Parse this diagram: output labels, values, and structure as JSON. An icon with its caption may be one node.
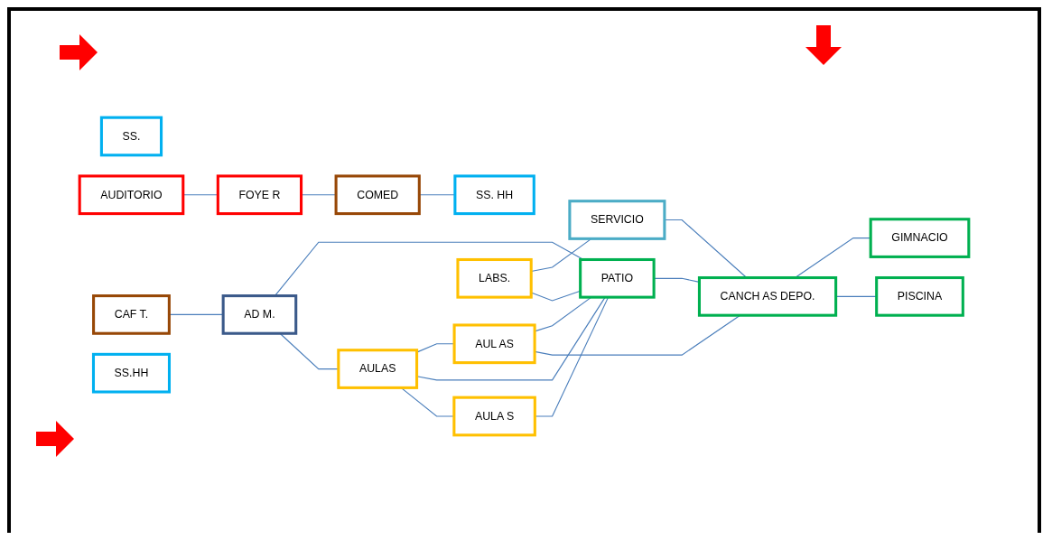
{
  "diagram": {
    "nodes": [
      {
        "text": [
          "SS."
        ]
      },
      {
        "text": [
          "AD M."
        ]
      },
      {
        "text": [
          "AULAS"
        ]
      },
      {
        "text": [
          "AUL AS"
        ]
      },
      {
        "text": [
          "PISCINA"
        ]
      },
      {
        "text": [
          "AUDITORIO"
        ]
      },
      {
        "text": [
          "FOYE R"
        ]
      },
      {
        "text": [
          "AULA S"
        ]
      },
      {
        "text": [
          "CAF T."
        ]
      },
      {
        "text": [
          "LABS."
        ]
      },
      {
        "text": [
          "COMED"
        ]
      },
      {
        "text": [
          "PATIO"
        ]
      },
      {
        "text": [
          "CANCH AS DEPO."
        ]
      },
      {
        "text": [
          "GIMNACIO"
        ]
      },
      {
        "text": [
          "SS. HH"
        ]
      },
      {
        "text": [
          "SS.HH"
        ]
      },
      {
        "text": [
          "SERVICIO"
        ]
      }
    ],
    "edges": [
      {
        "from": 5,
        "to": 6,
        "arrow": "none"
      },
      {
        "from": 6,
        "to": 10,
        "arrow": "none"
      },
      {
        "from": 10,
        "to": 14,
        "arrow": "none"
      },
      {
        "from": 1,
        "to": 2,
        "arrow": "none"
      },
      {
        "from": 8,
        "to": 1,
        "arrow": "none"
      },
      {
        "from": 1,
        "to": 11,
        "arrow": "none"
      },
      {
        "from": 9,
        "to": 11,
        "arrow": "none"
      },
      {
        "from": 2,
        "to": 7,
        "arrow": "none"
      },
      {
        "from": 2,
        "to": 11,
        "arrow": "none"
      },
      {
        "from": 7,
        "to": 11,
        "arrow": "none"
      },
      {
        "from": 2,
        "to": 3,
        "arrow": "none"
      },
      {
        "from": 3,
        "to": 12,
        "arrow": "none"
      },
      {
        "from": 3,
        "to": 11,
        "arrow": "none"
      },
      {
        "from": 11,
        "to": 12,
        "arrow": "none"
      },
      {
        "from": 12,
        "to": 4,
        "arrow": "none"
      },
      {
        "from": 12,
        "to": 13,
        "arrow": "none"
      },
      {
        "from": 9,
        "to": 16,
        "arrow": "none"
      },
      {
        "from": 16,
        "to": 12,
        "arrow": "none"
      }
    ]
  }
}
